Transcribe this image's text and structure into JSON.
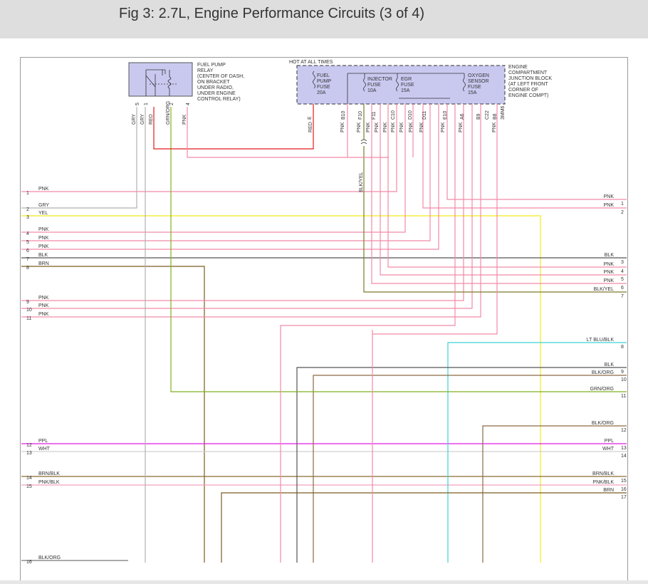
{
  "page": {
    "title": "Fig 3: 2.7L, Engine Performance Circuits (3 of 4)"
  },
  "relay": {
    "label": [
      "FUEL PUMP",
      "RELAY",
      "(CENTER OF DASH,",
      "ON BRACKET",
      "UNDER RADIO,",
      "UNDER ENGINE",
      "CONTROL RELAY)"
    ],
    "pins": [
      "5",
      "1",
      "2",
      "4"
    ]
  },
  "junction": {
    "hot_label": "HOT AT ALL TIMES",
    "label": [
      "ENGINE",
      "COMPARTMENT",
      "JUNCTION BLOCK",
      "(AT LEFT FRONT",
      "CORNER OF",
      "ENGINE COMPT)"
    ],
    "fuses": [
      {
        "name": [
          "FUEL",
          "PUMP",
          "FUSE",
          "20A"
        ]
      },
      {
        "name": [
          "INJECTOR",
          "FUSE",
          "10A"
        ]
      },
      {
        "name": [
          "EGR",
          "FUSE",
          "15A"
        ]
      },
      {
        "name": [
          "OXYGEN",
          "SENSOR",
          "FUSE",
          "15A"
        ]
      }
    ],
    "pins": [
      "E",
      "B10",
      "F10",
      "F11",
      "C10",
      "D10",
      "D11",
      "E10",
      "A6",
      "B9",
      "C22",
      "B8",
      "3MM6"
    ]
  },
  "colors": {
    "pnk": "#f28aa8",
    "gry": "#b0b0b0",
    "yel": "#f2ea1c",
    "blk": "#555555",
    "brn": "#7a5c1e",
    "red": "#e31b1b",
    "grnorg": "#7fb01f",
    "blkyel": "#7d7a2a",
    "ltblublk": "#3fd2d2",
    "blkorg": "#8a6a45",
    "ppl": "#e31be3",
    "wht": "#d0d0d0",
    "brnblk": "#8a6a30",
    "pnkblk": "#f0a0c0"
  },
  "relay_wires": [
    {
      "num": "5",
      "color": "GRY"
    },
    {
      "num": "1",
      "color": "GRY"
    },
    {
      "num": "",
      "color": "RED"
    },
    {
      "num": "2",
      "color": "GRN/ORG"
    },
    {
      "num": "4",
      "color": "PNK"
    }
  ],
  "block_wires": [
    "RED",
    "PNK",
    "PNK",
    "PNK",
    "PNK",
    "PNK",
    "PNK",
    "PNK",
    "PNK",
    "PNK",
    "PNK",
    "PNK",
    "PNK"
  ],
  "splice_label": "BLK/YEL",
  "left_connector": [
    {
      "num": "1",
      "label": "PNK"
    },
    {
      "num": "2",
      "label": "GRY"
    },
    {
      "num": "3",
      "label": "YEL"
    },
    {
      "num": "4",
      "label": "PNK"
    },
    {
      "num": "5",
      "label": "PNK"
    },
    {
      "num": "6",
      "label": "PNK"
    },
    {
      "num": "7",
      "label": "BLK"
    },
    {
      "num": "8",
      "label": "BRN"
    },
    {
      "num": "9",
      "label": "PNK"
    },
    {
      "num": "10",
      "label": "PNK"
    },
    {
      "num": "11",
      "label": "PNK"
    },
    {
      "num": "12",
      "label": "PPL"
    },
    {
      "num": "13",
      "label": "WHT"
    },
    {
      "num": "14",
      "label": "BRN/BLK"
    },
    {
      "num": "15",
      "label": "PNK/BLK"
    },
    {
      "num": "16",
      "label": "BLK/ORG"
    }
  ],
  "right_connector": [
    {
      "num": "1",
      "label": "PNK"
    },
    {
      "num": "2",
      "label": "PNK"
    },
    {
      "num": "3",
      "label": "BLK"
    },
    {
      "num": "4",
      "label": "PNK"
    },
    {
      "num": "5",
      "label": "PNK"
    },
    {
      "num": "6",
      "label": "PNK"
    },
    {
      "num": "7",
      "label": "BLK/YEL"
    },
    {
      "num": "8",
      "label": "LT BLU/BLK"
    },
    {
      "num": "9",
      "label": "BLK"
    },
    {
      "num": "10",
      "label": "BLK/ORG"
    },
    {
      "num": "11",
      "label": "GRN/ORG"
    },
    {
      "num": "12",
      "label": "BLK/ORG"
    },
    {
      "num": "13",
      "label": "PPL"
    },
    {
      "num": "14",
      "label": "WHT"
    },
    {
      "num": "15",
      "label": "BRN/BLK"
    },
    {
      "num": "16",
      "label": "PNK/BLK"
    },
    {
      "num": "17",
      "label": "BRN"
    }
  ]
}
